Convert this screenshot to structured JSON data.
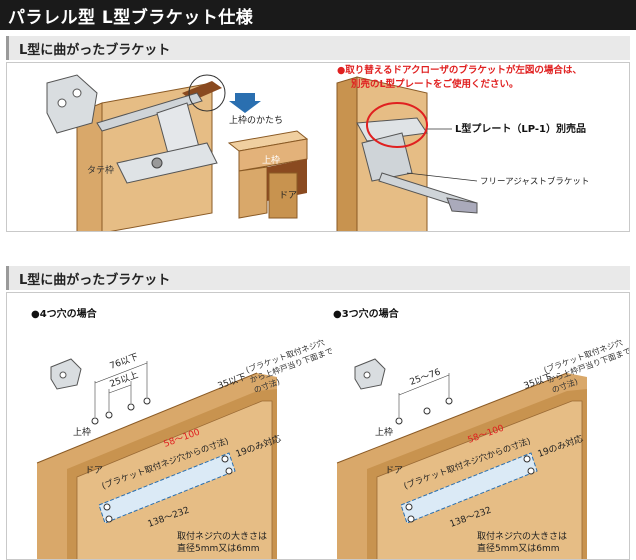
{
  "page": {
    "title": "パラレル型 L型ブラケット仕様"
  },
  "section1": {
    "heading": "L型に曲がったブラケット",
    "labels": {
      "tatewaku": "タテ枠",
      "kamiwaku_no_katachi": "上枠のかたち",
      "kamiwaku": "上枠",
      "door": "ドア"
    },
    "note_line1": "●取り替えるドアクローザのブラケットが左図の場合は、",
    "note_line2": "別売のL型プレートをご使用ください。",
    "lplate_label": "L型プレート（LP-1）別売品",
    "free_adjust_label": "フリーアジャストブラケット"
  },
  "section2": {
    "heading": "L型に曲がったブラケット",
    "left": {
      "case_title": "●4つ穴の場合",
      "dim_76": "76以下",
      "dim_25": "25以上",
      "dim_35": "35以下",
      "bracket_note_1": "(ブラケット取付ネジ穴",
      "bracket_note_2": "から上枠戸当り下面まで",
      "bracket_note_3": "の寸法)",
      "kamiwaku": "上枠",
      "dim_58_100": "58〜100",
      "screw_note": "(ブラケット取付ネジ穴からの寸法)",
      "door": "ドア",
      "dim_19": "19のみ対応",
      "dim_138_232": "138〜232",
      "hole_size_1": "取付ネジ穴の大きさは",
      "hole_size_2": "直径5mm又は6mm"
    },
    "right": {
      "case_title": "●3つ穴の場合",
      "dim_25_76": "25〜76",
      "dim_35": "35以下",
      "bracket_note_1": "(ブラケット取付ネジ穴",
      "bracket_note_2": "から上枠戸当り下面まで",
      "bracket_note_3": "の寸法)",
      "kamiwaku": "上枠",
      "dim_58_100": "58〜100",
      "screw_note": "(ブラケット取付ネジ穴からの寸法)",
      "door": "ドア",
      "dim_19": "19のみ対応",
      "dim_138_232": "138〜232",
      "hole_size_1": "取付ネジ穴の大きさは",
      "hole_size_2": "直径5mm又は6mm"
    }
  },
  "colors": {
    "wood": "#d9a86a",
    "wood_dark": "#b98345",
    "frame": "#c8934f",
    "plate": "#dbeaf6",
    "red": "#e02020",
    "dim_blue": "#444"
  }
}
